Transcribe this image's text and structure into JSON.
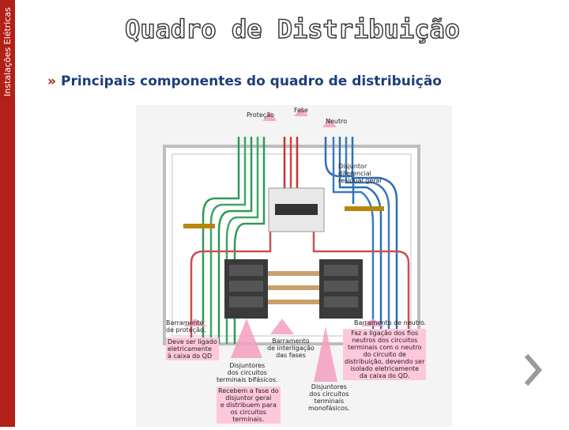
{
  "sidebar": {
    "label": "Instalações Elétricas",
    "color": "#b32018"
  },
  "slide": {
    "title": "Quadro de Distribuição",
    "bullet": "»",
    "subtitle": "Principais componentes do quadro de distribuição"
  },
  "diagram": {
    "labels": {
      "protecao": "Proteção",
      "fase": "Fase",
      "neutro": "Neutro",
      "disjuntor_dr": "Disjuntor\ndiferencial\nresidual geral",
      "barramento_protecao": "Barramento\nde proteção.",
      "deve_ser_ligado": "Deve ser ligado\neletricamente\nà caixa do QD",
      "barramento_interligacao": "Barramento\nde interligação\ndas fases",
      "disjuntores_bifasicos": "Disjuntores\ndos circuitos\nterminais bifásicos.",
      "recebem_fase": "Recebem a fase do\ndisjuntor geral\ne distribuem para\nos circuitos\nterminais.",
      "barramento_neutro": "Barramento de neutro.",
      "faz_ligacao": "Faz a ligação dos fios\nneutros dos circuitos\nterminais com o neutro\ndo circuito de\ndistribuição, devendo ser\nisolado eletricamente\nda caixa do QD.",
      "disjuntores_monofasicos": "Disjuntores\ndos circuitos\nterminais\nmonofásicos."
    }
  },
  "navigation": {
    "next_icon": "chevron-right-icon"
  }
}
